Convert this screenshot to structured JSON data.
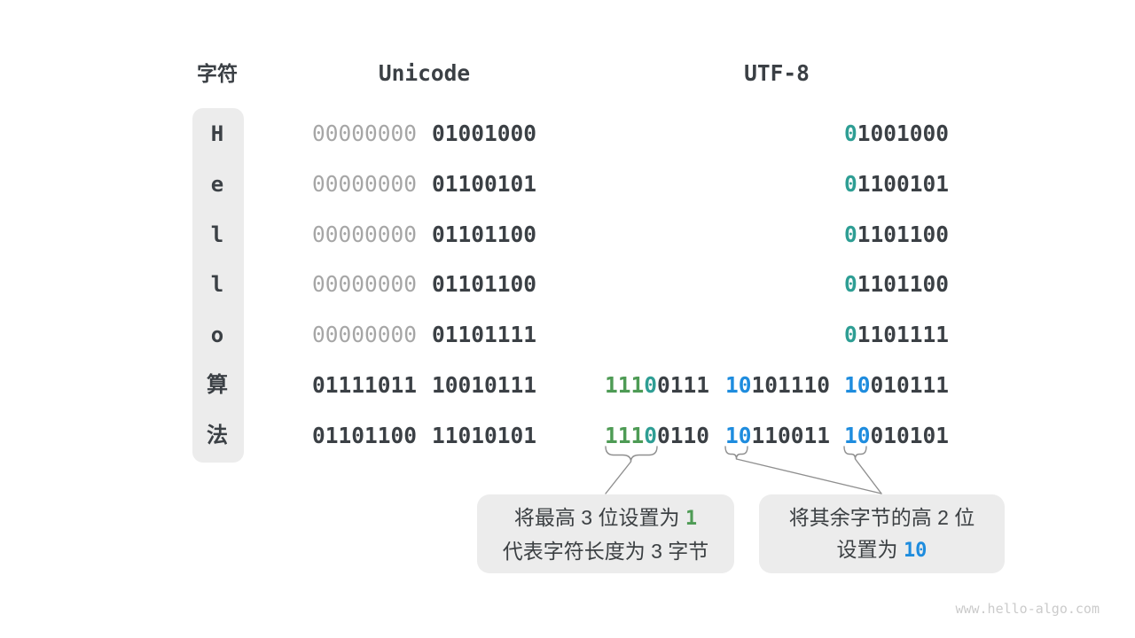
{
  "header": {
    "char": "字符",
    "unicode": "Unicode",
    "utf8": "UTF-8"
  },
  "rows": [
    {
      "char": "H",
      "unicode": {
        "byte1": "00000000",
        "byte2": "01001000"
      },
      "utf8": {
        "lead": "0",
        "rest": "1001000"
      }
    },
    {
      "char": "e",
      "unicode": {
        "byte1": "00000000",
        "byte2": "01100101"
      },
      "utf8": {
        "lead": "0",
        "rest": "1100101"
      }
    },
    {
      "char": "l",
      "unicode": {
        "byte1": "00000000",
        "byte2": "01101100"
      },
      "utf8": {
        "lead": "0",
        "rest": "1101100"
      }
    },
    {
      "char": "l",
      "unicode": {
        "byte1": "00000000",
        "byte2": "01101100"
      },
      "utf8": {
        "lead": "0",
        "rest": "1101100"
      }
    },
    {
      "char": "o",
      "unicode": {
        "byte1": "00000000",
        "byte2": "01101111"
      },
      "utf8": {
        "lead": "0",
        "rest": "1101111"
      }
    },
    {
      "char": "算",
      "unicode": {
        "byte1": "01111011",
        "byte2": "10010111"
      },
      "utf8": {
        "b1_ones": "111",
        "b1_zero": "0",
        "b1_rest": "0111",
        "b2_prefix": "10",
        "b2_rest": "101110",
        "b3_prefix": "10",
        "b3_rest": "010111"
      }
    },
    {
      "char": "法",
      "unicode": {
        "byte1": "01101100",
        "byte2": "11010101"
      },
      "utf8": {
        "b1_ones": "111",
        "b1_zero": "0",
        "b1_rest": "0110",
        "b2_prefix": "10",
        "b2_rest": "110011",
        "b3_prefix": "10",
        "b3_rest": "010101"
      }
    }
  ],
  "callouts": {
    "left": {
      "line1_pre": "将最高 3 位设置为 ",
      "line1_hl": "1",
      "line2": "代表字符长度为 3 字节"
    },
    "right": {
      "line1": "将其余字节的高 2 位",
      "line2_pre": "设置为 ",
      "line2_hl": "10"
    }
  },
  "colors": {
    "dark_text": "#3b4045",
    "gray_zeros": "#a6a6a6",
    "green": "#4e9b55",
    "teal": "#2e9e94",
    "blue": "#1e8cde",
    "box_bg": "#ececec",
    "connector": "#8f8f8f",
    "watermark": "#cbcbcb"
  },
  "watermark": "www.hello-algo.com"
}
